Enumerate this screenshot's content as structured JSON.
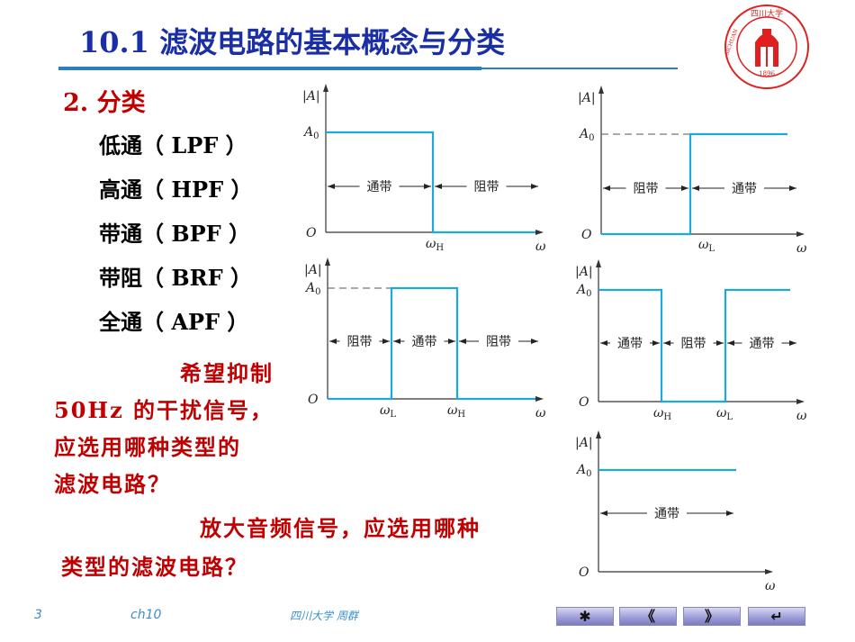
{
  "title": "10.1   滤波电路的基本概念与分类",
  "logo": {
    "top_text": "四川大学",
    "ring_text": "SICHUAN UNIVERSITY",
    "year": "1896"
  },
  "section": "2. 分类",
  "filter_types": [
    "低通（ LPF ）",
    "高通（ HPF ）",
    "带通（ BPF ）",
    "带阻（ BRF ）",
    "全通（ APF ）"
  ],
  "question1": [
    "希望抑制",
    "50Hz 的干扰信号，",
    "应选用哪种类型的",
    "滤波电路？"
  ],
  "question2": [
    "放大音频信号，应选用哪种",
    "类型的滤波电路？"
  ],
  "plot_labels": {
    "y_axis": "|A|",
    "a0": "A",
    "a0_sub": "0",
    "origin": "O",
    "x_axis": "ω",
    "omega": "ω",
    "H": "H",
    "L": "L",
    "pass": "通带",
    "stop": "阻带"
  },
  "colors": {
    "response": "#1ea8e0",
    "title": "#1a2fa6",
    "accent": "#c00000"
  },
  "footer": {
    "page": "3",
    "chapter": "ch10",
    "author": "四川大学 周群"
  },
  "nav_buttons": [
    "✱",
    "《",
    "》",
    "↵"
  ]
}
